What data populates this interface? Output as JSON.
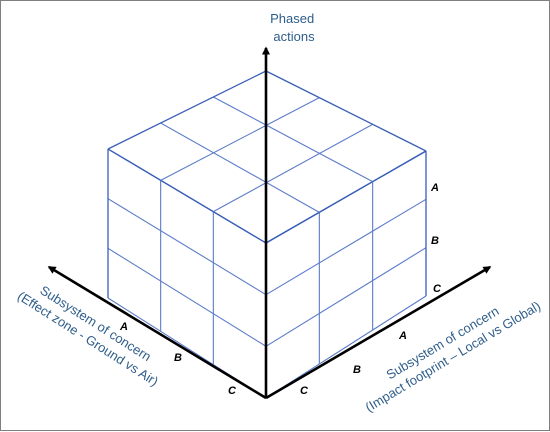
{
  "vertical_axis": {
    "title_lines": [
      "Phased",
      "actions"
    ],
    "levels": [
      "A",
      "B",
      "C"
    ]
  },
  "left_axis": {
    "title_lines": [
      "Subsystem of concern",
      "(Effect zone - Ground vs Air)"
    ],
    "levels": [
      "A",
      "B",
      "C"
    ]
  },
  "right_axis": {
    "title_lines": [
      "Subsystem of concern",
      "(Impact footprint – Local vs Global)"
    ],
    "levels": [
      "A",
      "B",
      "C"
    ]
  },
  "colors": {
    "grid": "#5b7bc9",
    "axis": "#000000",
    "axis_title": "#2e5d8a",
    "border": "#7f7f7f"
  }
}
